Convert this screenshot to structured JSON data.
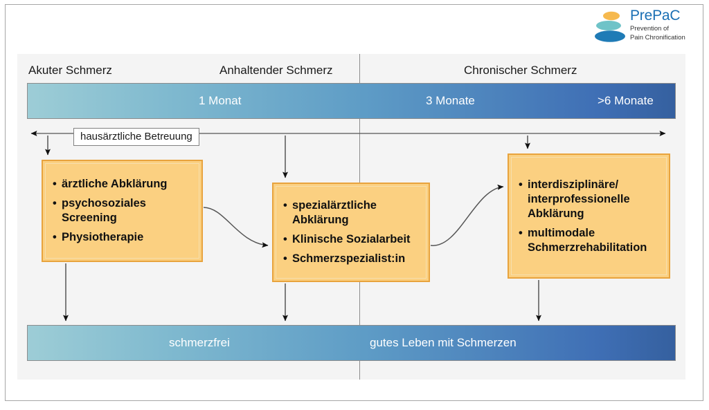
{
  "logo": {
    "title": "PrePaC",
    "subtitle_line1": "Prevention of",
    "subtitle_line2": "Pain Chronification",
    "colors": {
      "stone_top": "#f6b94e",
      "stone_middle": "#6fc3c8",
      "stone_bottom": "#1f7bb6",
      "title": "#1a6fb4"
    }
  },
  "stages": [
    {
      "label": "Akuter Schmerz"
    },
    {
      "label": "Anhaltender Schmerz"
    },
    {
      "label": "Chronischer Schmerz"
    }
  ],
  "timeline": {
    "markers": [
      {
        "label": "1 Monat"
      },
      {
        "label": "3 Monate"
      },
      {
        "label": ">6 Monate"
      }
    ],
    "gradient_from": "#9dcdd6",
    "gradient_to": "#35609f"
  },
  "care_line": {
    "label": "hausärztliche Betreuung",
    "direction": "bidirectional"
  },
  "action_boxes": [
    {
      "id": "box-acute",
      "items": [
        "ärztliche Abklärung",
        "psychosoziales Screening",
        "Physiotherapie"
      ]
    },
    {
      "id": "box-subacute",
      "items": [
        "spezialärztliche Abklärung",
        "Klinische Sozialarbeit",
        "Schmerzspezialist:in"
      ]
    },
    {
      "id": "box-chronic",
      "items": [
        "interdisziplinäre/ interprofessionelle Abklärung",
        "multimodale Schmerzrehabilitation"
      ]
    }
  ],
  "outcomes": [
    {
      "label": "schmerzfrei"
    },
    {
      "label": "gutes Leben mit Schmerzen"
    }
  ],
  "box_colors": {
    "fill": "#fbd081",
    "border": "#e8a33d",
    "inner_border": "#f6dfae"
  }
}
